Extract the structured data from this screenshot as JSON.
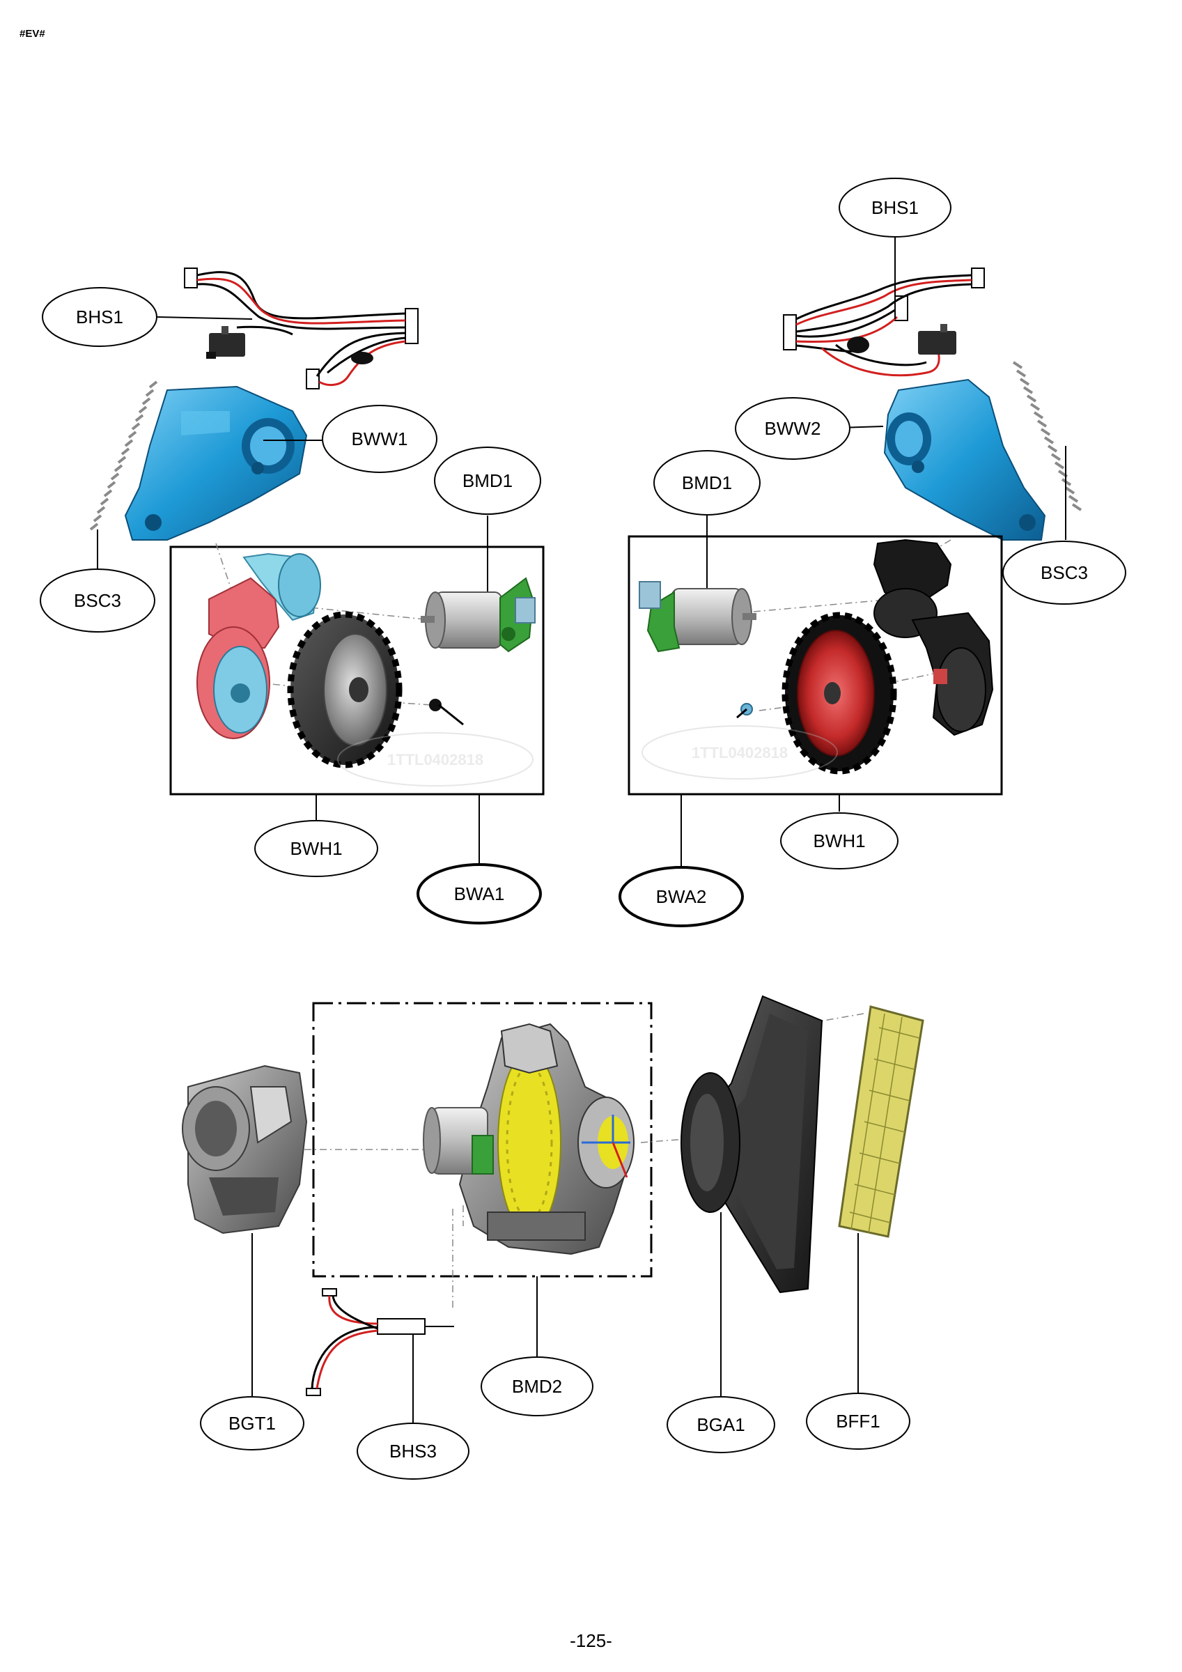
{
  "header": {
    "code": "#EV#"
  },
  "footer": {
    "page_number": "-125-"
  },
  "watermark": "1TTL0402818",
  "labels": {
    "left": {
      "harness": "BHS1",
      "wheel_housing": "BWW1",
      "spring": "BSC3",
      "motor": "BMD1",
      "wheel": "BWH1",
      "assembly": "BWA1"
    },
    "right": {
      "harness": "BHS1",
      "wheel_housing": "BWW2",
      "spring": "BSC3",
      "motor": "BMD1",
      "wheel": "BWH1",
      "assembly": "BWA2"
    },
    "bottom": {
      "guide": "BGT1",
      "harness": "BHS3",
      "fan_motor": "BMD2",
      "gasket": "BGA1",
      "filter": "BFF1"
    }
  },
  "colors": {
    "housing_blue": "#1e9ad6",
    "wheel_red": "#d23a3a",
    "wheel_black": "#1a1a1a",
    "gear_green": "#3aa03a",
    "motor_silver": "#bdbdbd",
    "fan_yellow": "#e8e022",
    "filter_yellow": "#dcd56a",
    "body_gray": "#8a8a8a",
    "wire_red": "#d21f1f"
  }
}
